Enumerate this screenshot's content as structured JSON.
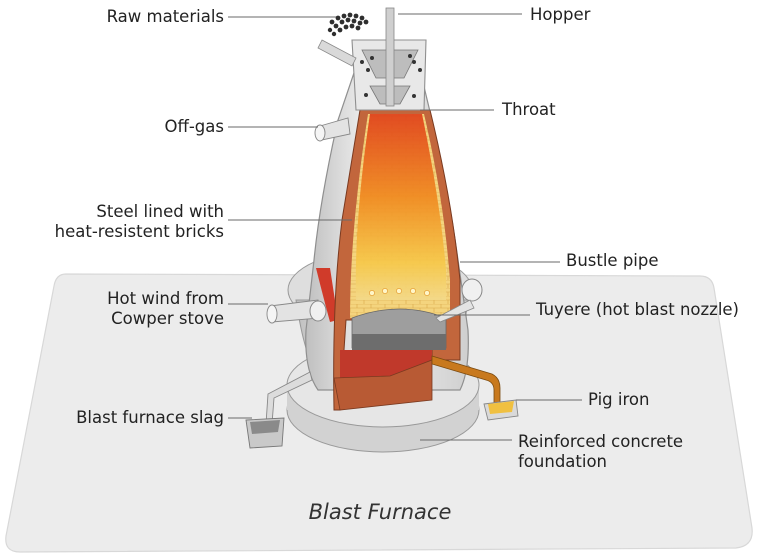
{
  "labels": {
    "raw_materials": "Raw materials",
    "hopper": "Hopper",
    "throat": "Throat",
    "off_gas": "Off-gas",
    "steel_lined_1": "Steel lined with",
    "steel_lined_2": "heat-resistent bricks",
    "bustle_pipe": "Bustle pipe",
    "hot_wind_1": "Hot wind from",
    "hot_wind_2": "Cowper stove",
    "tuyere": "Tuyere (hot blast nozzle)",
    "slag": "Blast furnace slag",
    "pig_iron": "Pig iron",
    "foundation_1": "Reinforced concrete",
    "foundation_2": "foundation"
  },
  "caption": "Blast Furnace",
  "colors": {
    "panel": "#ececec",
    "shell": "#dcdcdc",
    "brick": "#f2d27a",
    "hot_core": "#e64a19",
    "molten": "#d84315",
    "pig_iron": "#f0c040"
  }
}
